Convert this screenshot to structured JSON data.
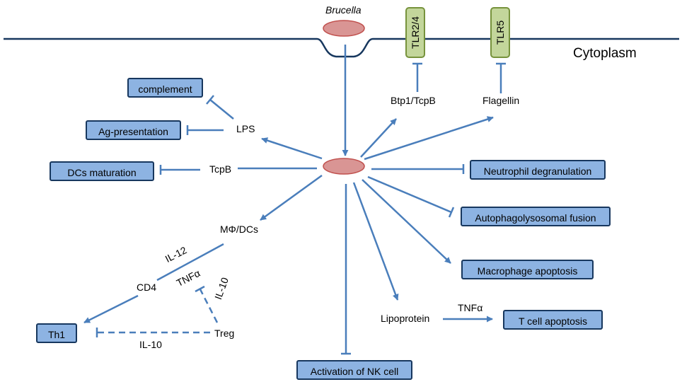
{
  "labels": {
    "brucella": "Brucella",
    "cytoplasm": "Cytoplasm",
    "tlr24": "TLR2/4",
    "tlr5": "TLR5",
    "btp1": "Btp1/TcpB",
    "flagellin": "Flagellin",
    "lps": "LPS",
    "tcpb": "TcpB",
    "mdcs": "MΦ/DCs",
    "il12": "IL-12",
    "cd4": "CD4",
    "tnfa_left": "TNFα",
    "il10_upper": "IL-10",
    "treg": "Treg",
    "il10_lower": "IL-10",
    "lipoprotein": "Lipoprotein",
    "tnfa_right": "TNFα"
  },
  "boxes": {
    "complement": "complement",
    "ag_presentation": "Ag-presentation",
    "dcs_maturation": "DCs maturation",
    "th1": "Th1",
    "neutrophil": "Neutrophil  degranulation",
    "autophago": "Autophagolysosomal fusion",
    "macrophage": "Macrophage apoptosis",
    "tcell": "T cell apoptosis",
    "nk": "Activation of NK cell"
  },
  "colors": {
    "arrow": "#4a7ebb",
    "membrane": "#17375e",
    "box_fill": "#8db3e2",
    "box_border": "#17375e",
    "tlr_fill": "#c3d69b",
    "tlr_border": "#77933c",
    "brucella_fill": "#d99594",
    "brucella_border": "#c0504d"
  }
}
